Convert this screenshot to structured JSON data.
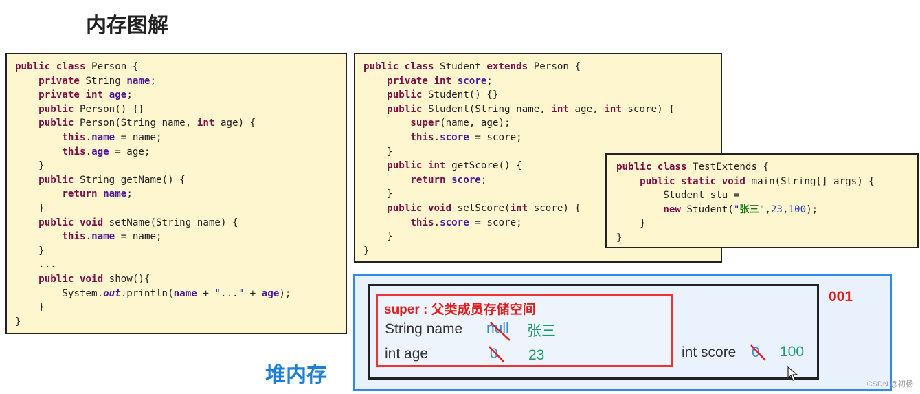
{
  "title": "内存图解",
  "heap_label": "堆内存",
  "watermark": "CSDN @初杨",
  "object": {
    "address": "001",
    "super_header": "super : 父类成员存储空间",
    "fields": [
      {
        "label": "String name",
        "old_value": "null",
        "new_value": "张三"
      },
      {
        "label": "int age",
        "old_value": "0",
        "new_value": "23"
      }
    ],
    "own_field": {
      "label": "int score",
      "old_value": "0",
      "new_value": "100"
    }
  },
  "code": {
    "person": [
      "public class Person {",
      "    private String name;",
      "    private int age;",
      "    public Person() {}",
      "    public Person(String name, int age) {",
      "        this.name = name;",
      "        this.age = age;",
      "    }",
      "    public String getName() {",
      "        return name;",
      "    }",
      "    public void setName(String name) {",
      "        this.name = name;",
      "    }",
      "    ...",
      "    public void show(){",
      "        System.out.println(name + \"...\" + age);",
      "    }",
      "}"
    ],
    "student": [
      "public class Student extends Person {",
      "    private int score;",
      "    public Student() {}",
      "    public Student(String name, int age, int score) {",
      "        super(name, age);",
      "        this.score = score;",
      "    }",
      "    public int getScore() {",
      "        return score;",
      "    }",
      "    public void setScore(int score) {",
      "        this.score = score;",
      "    }",
      "}"
    ],
    "test": [
      "public class TestExtends {",
      "    public static void main(String[] args) {",
      "        Student stu =",
      "        new Student(\"张三\",23,100);",
      "    }",
      "}"
    ]
  }
}
